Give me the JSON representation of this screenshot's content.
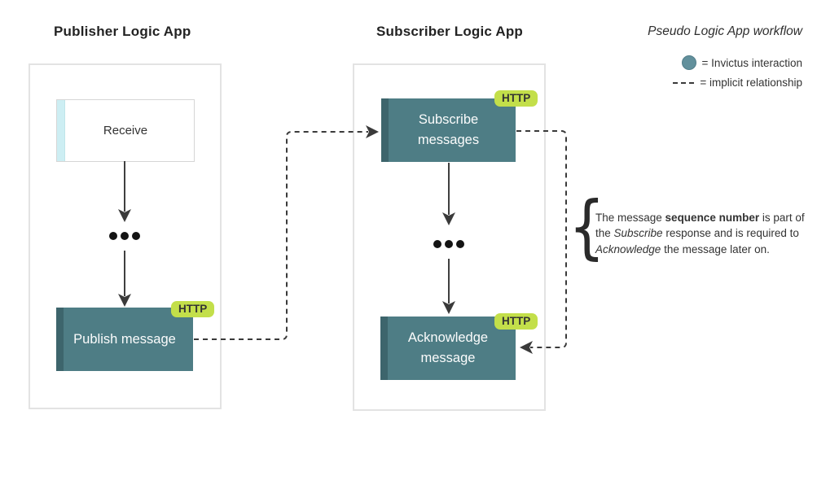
{
  "publisher": {
    "title": "Publisher Logic App",
    "receive": {
      "label": "Receive"
    },
    "publish": {
      "label": "Publish message",
      "badge": "HTTP"
    }
  },
  "subscriber": {
    "title": "Subscriber Logic App",
    "subscribe": {
      "label": "Subscribe messages",
      "badge": "HTTP"
    },
    "acknowledge": {
      "label": "Acknowledge message",
      "badge": "HTTP"
    }
  },
  "legend": {
    "title": "Pseudo Logic App workflow",
    "invictus_label": "= Invictus interaction",
    "implicit_label": "= implicit relationship"
  },
  "annotation": {
    "brace": "{",
    "segments": [
      {
        "text": "The message ",
        "style": "normal"
      },
      {
        "text": "sequence number",
        "style": "bold"
      },
      {
        "text": " is part of the ",
        "style": "normal"
      },
      {
        "text": "Subscribe",
        "style": "italic"
      },
      {
        "text": " response and is required to ",
        "style": "normal"
      },
      {
        "text": "Acknowledge",
        "style": "italic"
      },
      {
        "text": " the message later on.",
        "style": "normal"
      }
    ]
  },
  "colors": {
    "step_teal": "#4e7d85",
    "step_teal_dark": "#3d656c",
    "badge_green": "#c3df4a",
    "receive_strip": "#cdeef3",
    "connector_dark": "#3a3a3a",
    "panel_border": "#e3e3e3",
    "legend_circle": "#62909c"
  }
}
